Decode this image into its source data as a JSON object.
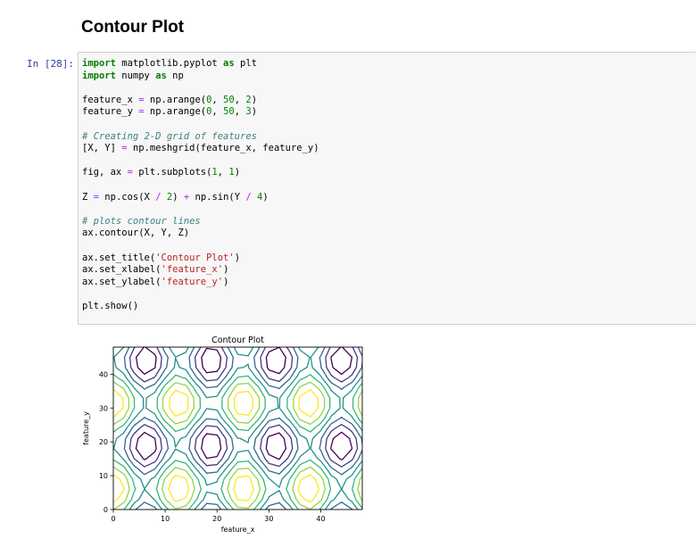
{
  "notebook": {
    "heading": "Contour Plot",
    "prompt": "In [28]:",
    "code_lines": [
      [
        {
          "t": "import",
          "c": "kw"
        },
        {
          "t": " matplotlib.pyplot ",
          "c": ""
        },
        {
          "t": "as",
          "c": "kw"
        },
        {
          "t": " plt",
          "c": ""
        }
      ],
      [
        {
          "t": "import",
          "c": "kw"
        },
        {
          "t": " numpy ",
          "c": ""
        },
        {
          "t": "as",
          "c": "kw"
        },
        {
          "t": " np",
          "c": ""
        }
      ],
      [],
      [
        {
          "t": "feature_x ",
          "c": ""
        },
        {
          "t": "=",
          "c": "op"
        },
        {
          "t": " np.arange(",
          "c": ""
        },
        {
          "t": "0",
          "c": "num"
        },
        {
          "t": ", ",
          "c": ""
        },
        {
          "t": "50",
          "c": "num"
        },
        {
          "t": ", ",
          "c": ""
        },
        {
          "t": "2",
          "c": "num"
        },
        {
          "t": ")",
          "c": ""
        }
      ],
      [
        {
          "t": "feature_y ",
          "c": ""
        },
        {
          "t": "=",
          "c": "op"
        },
        {
          "t": " np.arange(",
          "c": ""
        },
        {
          "t": "0",
          "c": "num"
        },
        {
          "t": ", ",
          "c": ""
        },
        {
          "t": "50",
          "c": "num"
        },
        {
          "t": ", ",
          "c": ""
        },
        {
          "t": "3",
          "c": "num"
        },
        {
          "t": ")",
          "c": ""
        }
      ],
      [],
      [
        {
          "t": "# Creating 2-D grid of features",
          "c": "cm"
        }
      ],
      [
        {
          "t": "[X, Y] ",
          "c": ""
        },
        {
          "t": "=",
          "c": "op"
        },
        {
          "t": " np.meshgrid(feature_x, feature_y)",
          "c": ""
        }
      ],
      [],
      [
        {
          "t": "fig, ax ",
          "c": ""
        },
        {
          "t": "=",
          "c": "op"
        },
        {
          "t": " plt.subplots(",
          "c": ""
        },
        {
          "t": "1",
          "c": "num"
        },
        {
          "t": ", ",
          "c": ""
        },
        {
          "t": "1",
          "c": "num"
        },
        {
          "t": ")",
          "c": ""
        }
      ],
      [],
      [
        {
          "t": "Z ",
          "c": ""
        },
        {
          "t": "=",
          "c": "op"
        },
        {
          "t": " np.cos(X ",
          "c": ""
        },
        {
          "t": "/",
          "c": "op"
        },
        {
          "t": " ",
          "c": ""
        },
        {
          "t": "2",
          "c": "num"
        },
        {
          "t": ") ",
          "c": ""
        },
        {
          "t": "+",
          "c": "op"
        },
        {
          "t": " np.sin(Y ",
          "c": ""
        },
        {
          "t": "/",
          "c": "op"
        },
        {
          "t": " ",
          "c": ""
        },
        {
          "t": "4",
          "c": "num"
        },
        {
          "t": ")",
          "c": ""
        }
      ],
      [],
      [
        {
          "t": "# plots contour lines",
          "c": "cm"
        }
      ],
      [
        {
          "t": "ax.contour(X, Y, Z)",
          "c": ""
        }
      ],
      [],
      [
        {
          "t": "ax.set_title(",
          "c": ""
        },
        {
          "t": "'Contour Plot'",
          "c": "str"
        },
        {
          "t": ")",
          "c": ""
        }
      ],
      [
        {
          "t": "ax.set_xlabel(",
          "c": ""
        },
        {
          "t": "'feature_x'",
          "c": "str"
        },
        {
          "t": ")",
          "c": ""
        }
      ],
      [
        {
          "t": "ax.set_ylabel(",
          "c": ""
        },
        {
          "t": "'feature_y'",
          "c": "str"
        },
        {
          "t": ")",
          "c": ""
        }
      ],
      [],
      [
        {
          "t": "plt.show()",
          "c": ""
        }
      ]
    ]
  },
  "chart_data": {
    "type": "contour",
    "title": "Contour Plot",
    "xlabel": "feature_x",
    "ylabel": "feature_y",
    "x": {
      "start": 0,
      "stop": 50,
      "step": 2
    },
    "y": {
      "start": 0,
      "stop": 50,
      "step": 3
    },
    "z_formula": "cos(x/2) + sin(y/4)",
    "xlim": [
      0,
      48
    ],
    "ylim": [
      0,
      48
    ],
    "xticks": [
      "0",
      "10",
      "20",
      "30",
      "40"
    ],
    "yticks": [
      "0",
      "10",
      "20",
      "30",
      "40"
    ],
    "levels": [
      -1.5,
      -1.0,
      -0.5,
      0.0,
      0.5,
      1.0,
      1.5
    ],
    "level_colors": [
      "#440154",
      "#443983",
      "#31688e",
      "#21918c",
      "#35b779",
      "#90d743",
      "#fde725"
    ],
    "grid": false
  }
}
